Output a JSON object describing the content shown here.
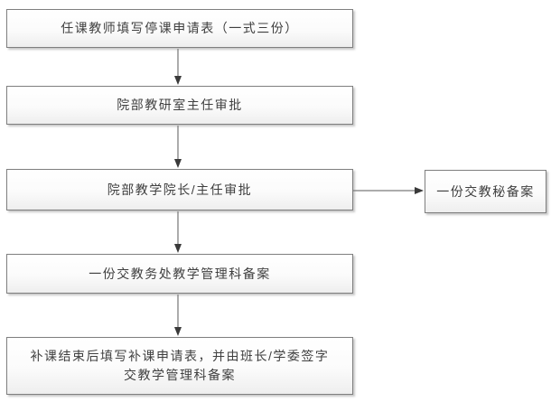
{
  "flowchart": {
    "type": "flowchart",
    "direction": "top-down",
    "steps": [
      {
        "id": "fill-suspension-form",
        "label": "任课教师填写停课申请表（一式三份）"
      },
      {
        "id": "teaching-research-office-approval",
        "label": "院部教研室主任审批"
      },
      {
        "id": "dean-approval",
        "label": "院部教学院长/主任审批"
      },
      {
        "id": "file-with-academic-affairs",
        "label": "一份交教务处教学管理科备案"
      },
      {
        "id": "makeup-class-form",
        "lines": [
          "补课结束后填写补课申请表，并由班长/学委签字",
          "交教学管理科备案"
        ]
      }
    ],
    "branch": {
      "id": "file-with-teaching-secretary",
      "from": "dean-approval",
      "label": "一份交教秘备案"
    },
    "edges": [
      {
        "from": "fill-suspension-form",
        "to": "teaching-research-office-approval"
      },
      {
        "from": "teaching-research-office-approval",
        "to": "dean-approval"
      },
      {
        "from": "dean-approval",
        "to": "file-with-academic-affairs"
      },
      {
        "from": "file-with-academic-affairs",
        "to": "makeup-class-form"
      },
      {
        "from": "dean-approval",
        "to": "file-with-teaching-secretary"
      }
    ],
    "colors": {
      "background": "#ffffff",
      "box_border": "#7f7f7f",
      "box_fill_top": "#ffffff",
      "box_fill_bottom": "#eeeeee",
      "connector": "#595959",
      "arrowhead": "#3a3a3a",
      "text": "#3f3f3f"
    }
  }
}
